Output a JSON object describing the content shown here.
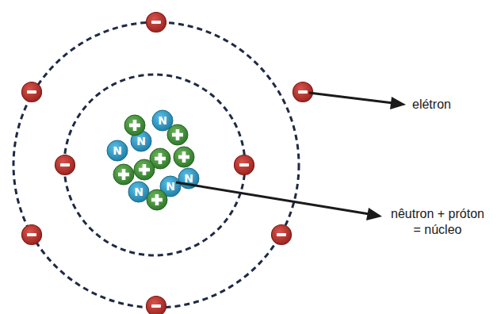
{
  "diagram": {
    "labels": [
      "elétron",
      "nêutron + próton = núcleo",
      "N",
      "N",
      "N",
      "N",
      "N",
      "N"
    ]
  }
}
